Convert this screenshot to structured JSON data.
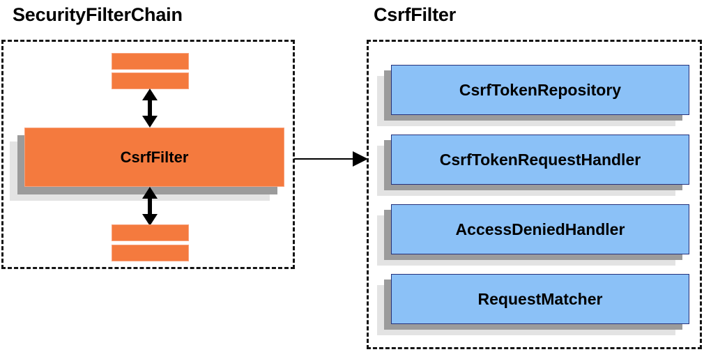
{
  "diagram": {
    "type": "architecture-block-diagram",
    "background_color": "#ffffff",
    "palette": {
      "orange_fill": "#F47A3E",
      "orange_border": "#F8A17B",
      "blue_fill": "#8BC1F7",
      "blue_border": "#25317A",
      "shadow_near": "#9b9b9b",
      "shadow_far": "#e3e3e3",
      "outline": "#141414",
      "text": "#000000"
    }
  },
  "left_panel": {
    "title": "SecurityFilterChain",
    "border_style": "dashed",
    "top_filters": [
      {
        "label": ""
      },
      {
        "label": ""
      }
    ],
    "main_box": {
      "label": "CsrfFilter"
    },
    "bottom_filters": [
      {
        "label": ""
      },
      {
        "label": ""
      }
    ],
    "arrows": [
      {
        "name": "arrow-top-bidirectional",
        "direction": "bidirectional",
        "orientation": "vertical"
      },
      {
        "name": "arrow-bottom-bidirectional",
        "direction": "bidirectional",
        "orientation": "vertical"
      }
    ]
  },
  "connector": {
    "name": "csrffilter-to-detail-arrow",
    "direction": "right",
    "from": "CsrfFilter",
    "to": "CsrfFilter"
  },
  "right_panel": {
    "title": "CsrfFilter",
    "border_style": "dashed",
    "components": [
      {
        "label": "CsrfTokenRepository"
      },
      {
        "label": "CsrfTokenRequestHandler"
      },
      {
        "label": "AccessDeniedHandler"
      },
      {
        "label": "RequestMatcher"
      }
    ]
  }
}
